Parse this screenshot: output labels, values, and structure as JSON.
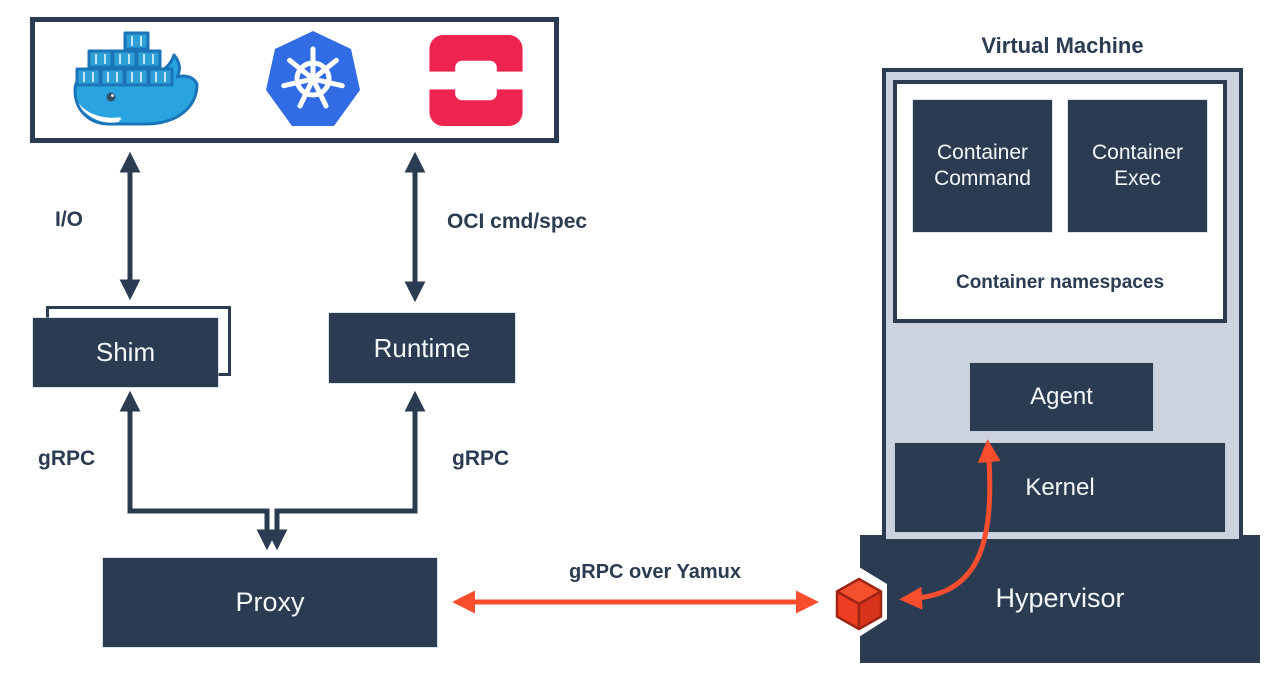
{
  "diagram_title": "Container runtime / VM architecture diagram",
  "colors": {
    "navy": "#2a3b52",
    "vm_fill": "#ccd3de",
    "accent_orange": "#f94e2d",
    "box_text": "#f4f7fa",
    "docker_blue": "#29a3dd",
    "kubernetes_blue": "#326ce5",
    "openstack_red": "#ee2450"
  },
  "clients_box": {
    "icons": [
      {
        "name": "docker-icon"
      },
      {
        "name": "kubernetes-icon"
      },
      {
        "name": "openstack-icon"
      }
    ]
  },
  "labels": {
    "io": "I/O",
    "oci": "OCI cmd/spec",
    "grpc_left": "gRPC",
    "grpc_right": "gRPC",
    "grpc_yamux": "gRPC over Yamux"
  },
  "nodes": {
    "shim": "Shim",
    "runtime": "Runtime",
    "proxy": "Proxy",
    "vm_title": "Virtual Machine",
    "container_command": "Container Command",
    "container_exec": "Container Exec",
    "container_namespaces": "Container namespaces",
    "agent": "Agent",
    "kernel": "Kernel",
    "hypervisor": "Hypervisor"
  }
}
